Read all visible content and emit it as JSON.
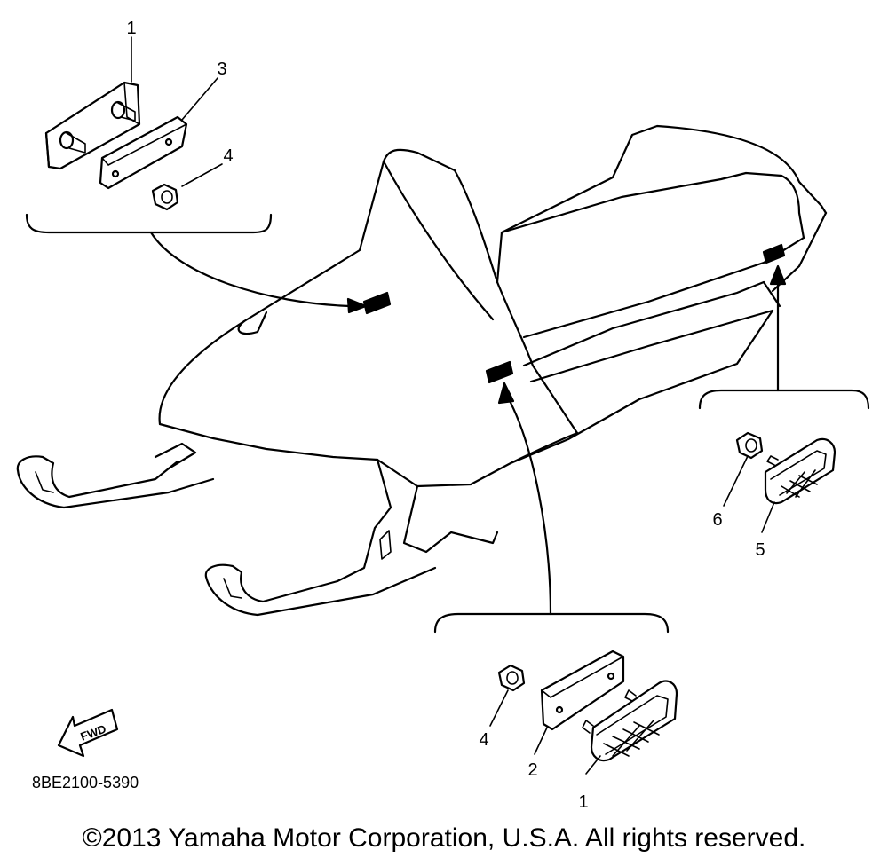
{
  "callouts": {
    "top_left_1": "1",
    "top_left_3": "3",
    "top_left_4": "4",
    "right_6": "6",
    "right_5": "5",
    "bottom_4": "4",
    "bottom_2": "2",
    "bottom_1": "1"
  },
  "fwd_label": "FWD",
  "diagram_code": "8BE2100-5390",
  "copyright": "©2013 Yamaha Motor Corporation, U.S.A. All rights reserved."
}
